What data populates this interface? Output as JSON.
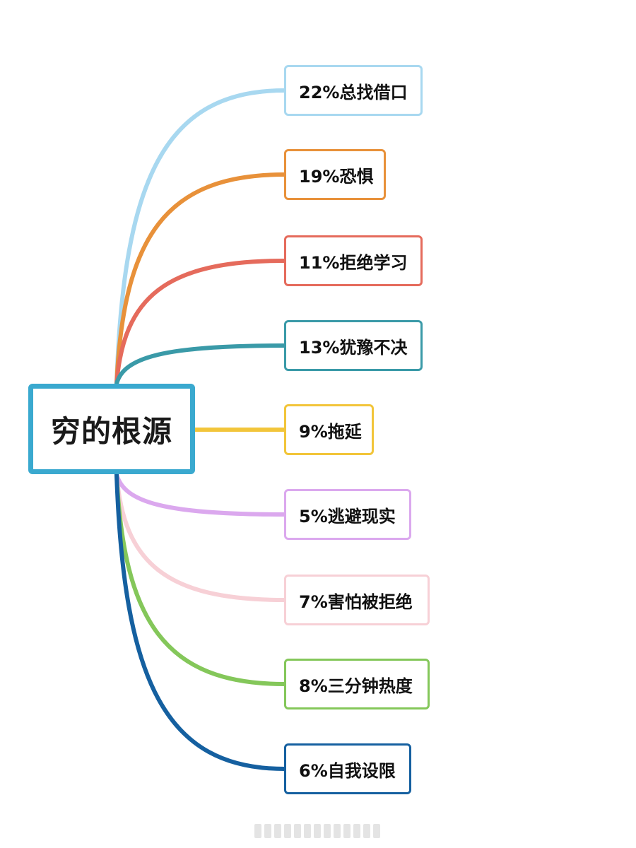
{
  "root": {
    "label": "穷的根源",
    "color": "#3aa9cf"
  },
  "branches": [
    {
      "label": "22%总找借口",
      "value": 22,
      "color": "#a8d8f0"
    },
    {
      "label": "19%恐惧",
      "value": 19,
      "color": "#e8913a"
    },
    {
      "label": "11%拒绝学习",
      "value": 11,
      "color": "#e56b5c"
    },
    {
      "label": "13%犹豫不决",
      "value": 13,
      "color": "#3a9aa8"
    },
    {
      "label": "9%拖延",
      "value": 9,
      "color": "#f2c53a"
    },
    {
      "label": "5%逃避现实",
      "value": 5,
      "color": "#dba8ee"
    },
    {
      "label": "7%害怕被拒绝",
      "value": 7,
      "color": "#f7d0d6"
    },
    {
      "label": "8%三分钟热度",
      "value": 8,
      "color": "#84c75a"
    },
    {
      "label": "6%自我设限",
      "value": 6,
      "color": "#1560a0"
    }
  ]
}
